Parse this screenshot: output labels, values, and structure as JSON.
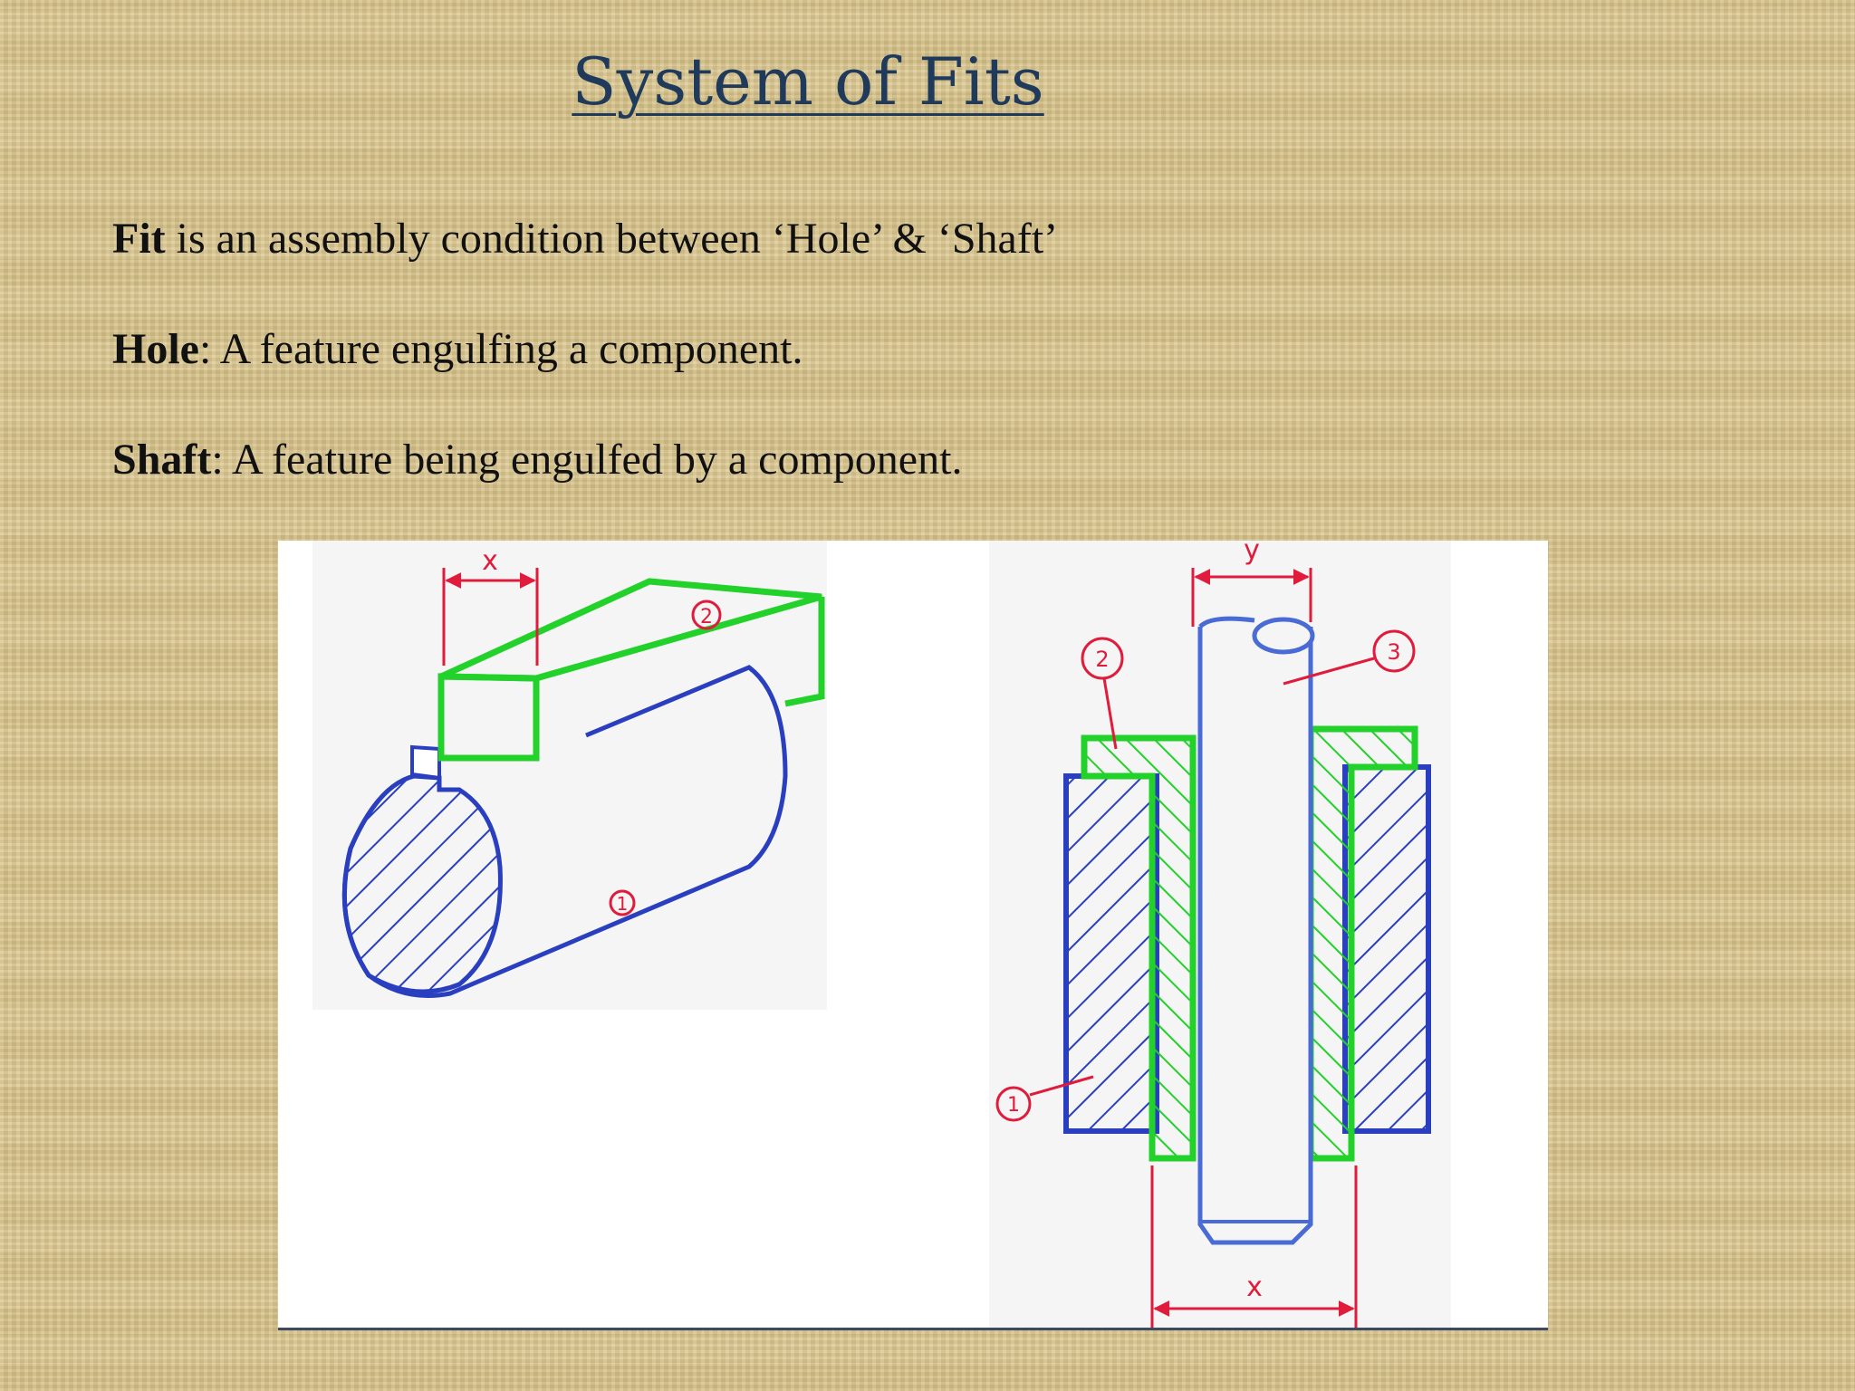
{
  "slide": {
    "title": "System of Fits",
    "definitions": [
      {
        "term": "Fit",
        "text": " is an assembly condition between ‘Hole’ & ‘Shaft’"
      },
      {
        "term": "Hole",
        "text": ": A feature engulfing a component."
      },
      {
        "term": "Shaft",
        "text": ": A feature being engulfed by a component."
      }
    ]
  },
  "figure": {
    "left_sketch": {
      "dimension_label": "x",
      "callouts": [
        "2",
        "1"
      ]
    },
    "right_sketch": {
      "top_dimension_label": "y",
      "bottom_dimension_label": "x",
      "callouts": [
        "2",
        "3",
        "1"
      ]
    },
    "colors": {
      "hole_blue": "#2a3fbf",
      "key_green": "#22d12a",
      "dimension_red": "#e01b3c",
      "title_navy": "#1f3a5a"
    }
  }
}
